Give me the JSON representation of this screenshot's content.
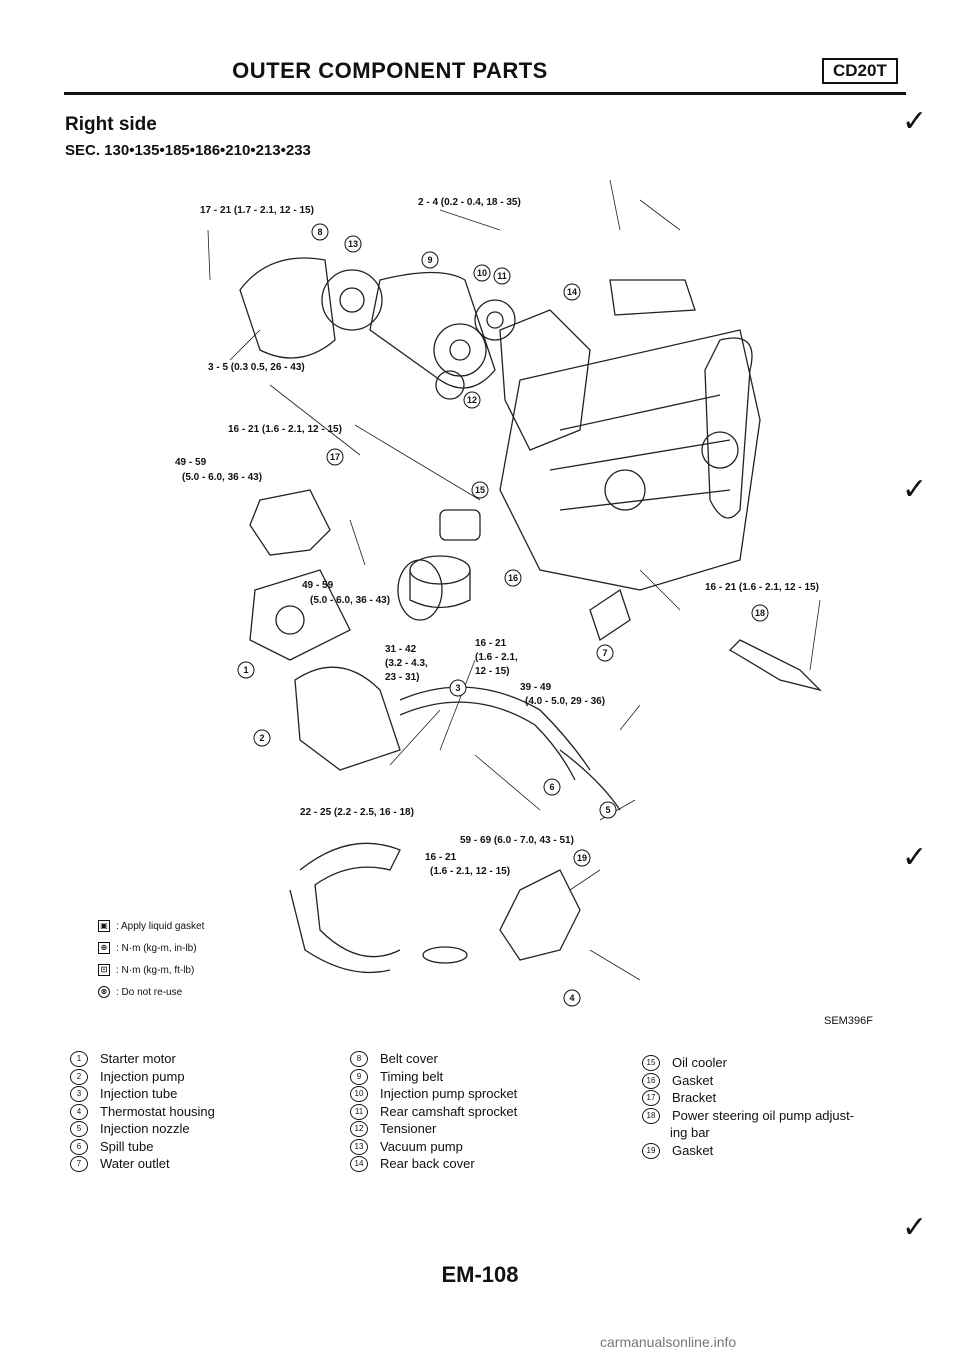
{
  "header": {
    "title": "OUTER COMPONENT PARTS",
    "engine": "CD20T"
  },
  "section": {
    "title": "Right side",
    "sec_codes": "SEC. 130•135•185•186•210•213•233"
  },
  "torques": [
    "17 - 21 (1.7 - 2.1, 12 - 15)",
    "2 - 4 (0.2 - 0.4, 18 - 35)",
    "3 - 5 (0.3 0.5, 26 - 43)",
    "16 - 21 (1.6 - 2.1, 12 - 15)",
    "49 - 59",
    "(5.0 - 6.0, 36 - 43)",
    "49 - 59",
    "(5.0 - 6.0, 36 - 43)",
    "16 - 21 (1.6 - 2.1, 12 - 15)",
    "31 - 42",
    "(3.2 - 4.3,",
    "23 - 31)",
    "16 - 21",
    "(1.6 - 2.1,",
    "12 - 15)",
    "39 - 49",
    "(4.0 - 5.0, 29 - 36)",
    "22 - 25 (2.2 - 2.5, 16 - 18)",
    "59 - 69 (6.0 - 7.0, 43 - 51)",
    "16 - 21",
    "(1.6 - 2.1, 12 - 15)"
  ],
  "callouts": [
    "8",
    "13",
    "9",
    "10",
    "11",
    "14",
    "12",
    "17",
    "15",
    "16",
    "18",
    "7",
    "1",
    "3",
    "2",
    "6",
    "5",
    "19",
    "4"
  ],
  "legend": [
    {
      "sym": "▣",
      "text": ": Apply liquid gasket"
    },
    {
      "sym": "⊕",
      "text": ": N·m (kg-m, in-lb)"
    },
    {
      "sym": "⊡",
      "text": ": N·m (kg-m, ft-lb)"
    },
    {
      "sym": "⊗",
      "text": ": Do not re-use"
    }
  ],
  "figure_id": "SEM396F",
  "parts": [
    [
      {
        "n": "1",
        "label": "Starter motor"
      },
      {
        "n": "2",
        "label": "Injection pump"
      },
      {
        "n": "3",
        "label": "Injection tube"
      },
      {
        "n": "4",
        "label": "Thermostat housing"
      },
      {
        "n": "5",
        "label": "Injection nozzle"
      },
      {
        "n": "6",
        "label": "Spill tube"
      },
      {
        "n": "7",
        "label": "Water outlet"
      }
    ],
    [
      {
        "n": "8",
        "label": "Belt cover"
      },
      {
        "n": "9",
        "label": "Timing belt"
      },
      {
        "n": "10",
        "label": "Injection pump sprocket"
      },
      {
        "n": "11",
        "label": "Rear camshaft sprocket"
      },
      {
        "n": "12",
        "label": "Tensioner"
      },
      {
        "n": "13",
        "label": "Vacuum pump"
      },
      {
        "n": "14",
        "label": "Rear back cover"
      }
    ],
    [
      {
        "n": "15",
        "label": "Oil cooler"
      },
      {
        "n": "16",
        "label": "Gasket"
      },
      {
        "n": "17",
        "label": "Bracket"
      },
      {
        "n": "18",
        "label": "Power steering oil pump adjust-"
      },
      {
        "n": "",
        "label": "ing bar"
      },
      {
        "n": "19",
        "label": "Gasket"
      }
    ]
  ],
  "page_number": "EM-108",
  "footer": "carmanualsonline.info"
}
